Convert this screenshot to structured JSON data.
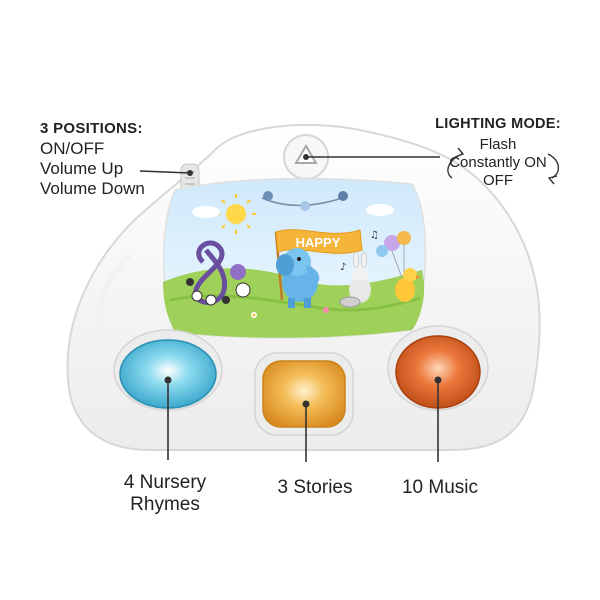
{
  "positions": {
    "title": "3 POSITIONS:",
    "items": [
      "ON/OFF",
      "Volume Up",
      "Volume Down"
    ]
  },
  "lighting": {
    "title": "LIGHTING MODE:",
    "modes": [
      "Flash",
      "Constantly ON",
      "OFF"
    ]
  },
  "screen": {
    "banner": "HAPPY"
  },
  "buttons": [
    {
      "label_line1": "4 Nursery",
      "label_line2": "Rhymes",
      "color": "#5cc6e0"
    },
    {
      "label": "3 Stories",
      "color": "#f0a43a"
    },
    {
      "label": "10 Music",
      "color": "#e0602a"
    }
  ],
  "colors": {
    "body": "#ffffff",
    "outline": "#d8d8d8",
    "line": "#333333"
  }
}
